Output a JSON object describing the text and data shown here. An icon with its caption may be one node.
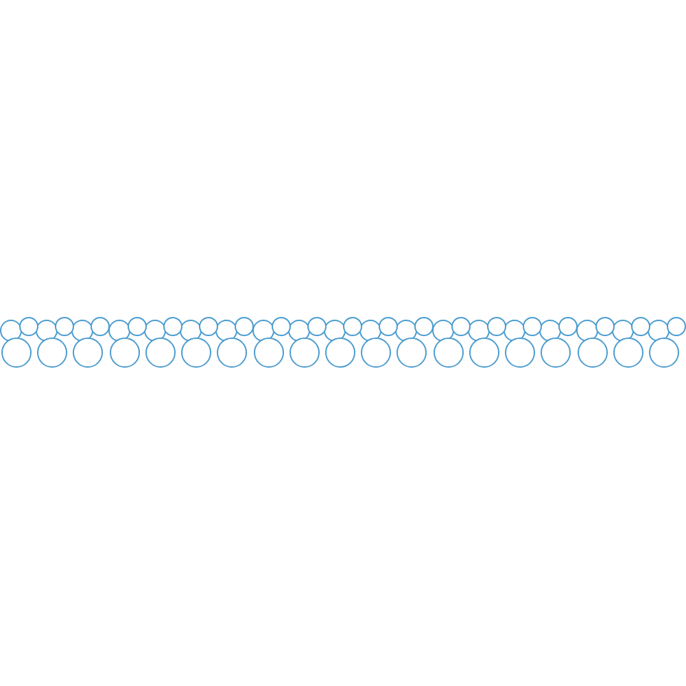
{
  "diagram": {
    "nodes": [
      {
        "text": [],
        "shape": "circle"
      },
      {
        "text": [],
        "shape": "circle"
      },
      {
        "text": [],
        "shape": "circle"
      },
      {
        "text": [],
        "shape": "circle"
      },
      {
        "text": [],
        "shape": "circle"
      },
      {
        "text": [],
        "shape": "circle"
      },
      {
        "text": [],
        "shape": "circle"
      },
      {
        "text": [],
        "shape": "circle"
      },
      {
        "text": [],
        "shape": "circle"
      },
      {
        "text": [],
        "shape": "circle"
      },
      {
        "text": [],
        "shape": "circle"
      },
      {
        "text": [],
        "shape": "circle"
      },
      {
        "text": [],
        "shape": "circle"
      },
      {
        "text": [],
        "shape": "circle"
      },
      {
        "text": [],
        "shape": "circle"
      },
      {
        "text": [],
        "shape": "circle"
      },
      {
        "text": [],
        "shape": "circle"
      },
      {
        "text": [],
        "shape": "circle"
      },
      {
        "text": [],
        "shape": "circle"
      },
      {
        "text": [],
        "shape": "circle"
      },
      {
        "text": [],
        "shape": "circle"
      },
      {
        "text": [],
        "shape": "circle"
      },
      {
        "text": [],
        "shape": "circle"
      },
      {
        "text": [],
        "shape": "circle"
      },
      {
        "text": [],
        "shape": "circle"
      },
      {
        "text": [],
        "shape": "circle"
      },
      {
        "text": [],
        "shape": "circle"
      },
      {
        "text": [],
        "shape": "circle"
      },
      {
        "text": [],
        "shape": "circle"
      },
      {
        "text": [],
        "shape": "circle"
      },
      {
        "text": [],
        "shape": "circle"
      },
      {
        "text": [],
        "shape": "circle"
      },
      {
        "text": [],
        "shape": "circle"
      },
      {
        "text": [],
        "shape": "circle"
      },
      {
        "text": [],
        "shape": "circle"
      },
      {
        "text": [],
        "shape": "circle"
      },
      {
        "text": [],
        "shape": "circle"
      },
      {
        "text": [],
        "shape": "circle"
      },
      {
        "text": [],
        "shape": "circle"
      },
      {
        "text": [],
        "shape": "circle"
      },
      {
        "text": [],
        "shape": "circle"
      },
      {
        "text": [],
        "shape": "circle"
      },
      {
        "text": [],
        "shape": "circle"
      },
      {
        "text": [],
        "shape": "circle"
      },
      {
        "text": [],
        "shape": "circle"
      },
      {
        "text": [],
        "shape": "circle"
      },
      {
        "text": [],
        "shape": "circle"
      },
      {
        "text": [],
        "shape": "circle"
      },
      {
        "text": [],
        "shape": "circle"
      },
      {
        "text": [],
        "shape": "circle"
      },
      {
        "text": [],
        "shape": "circle"
      },
      {
        "text": [],
        "shape": "circle"
      },
      {
        "text": [],
        "shape": "circle"
      },
      {
        "text": [],
        "shape": "circle"
      },
      {
        "text": [],
        "shape": "circle"
      },
      {
        "text": [],
        "shape": "circle"
      },
      {
        "text": [],
        "shape": "circle"
      }
    ]
  }
}
